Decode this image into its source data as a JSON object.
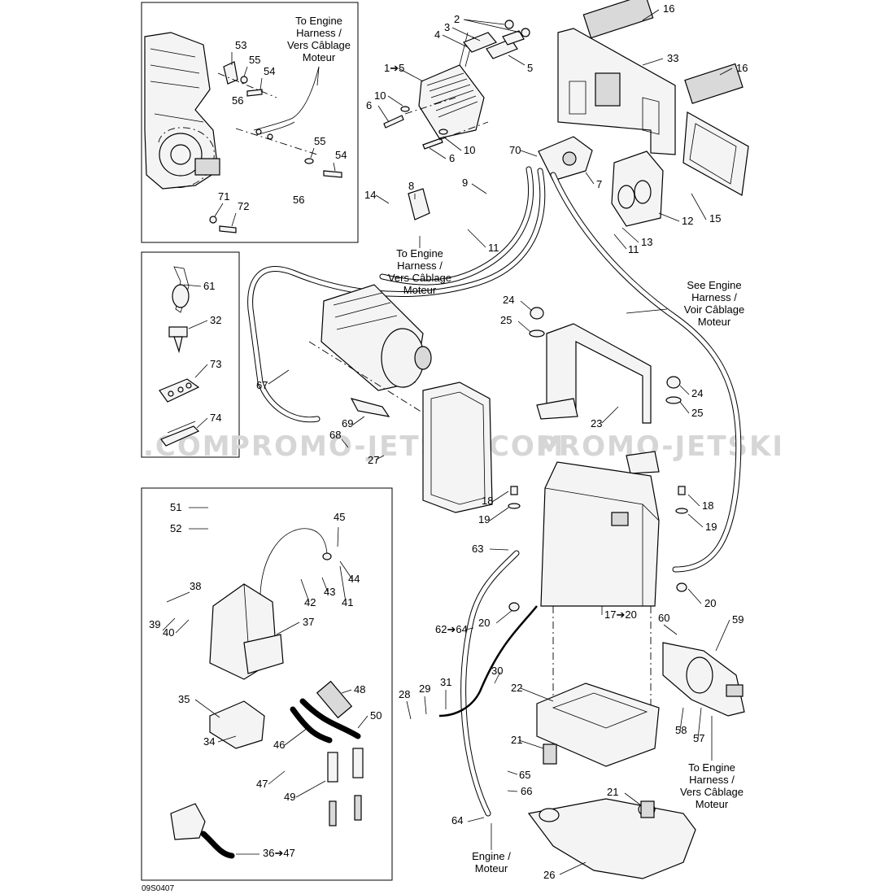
{
  "watermark": {
    "left": ".COM",
    "center": "PROMO-JETSKI.COM",
    "right": "PROMO-JETSKI"
  },
  "drawing_code": "09S0407",
  "notes": {
    "engine_harness_top_line1": "To Engine",
    "engine_harness_top_line2": "Harness /",
    "engine_harness_top_line3": "Vers Câblage",
    "engine_harness_top_line4": "Moteur",
    "engine_harness_mid_line1": "To Engine",
    "engine_harness_mid_line2": "Harness /",
    "engine_harness_mid_line3": "Vers Câblage",
    "engine_harness_mid_line4": "Moteur",
    "see_harness_line1": "See Engine",
    "see_harness_line2": "Harness /",
    "see_harness_line3": "Voir Câblage",
    "see_harness_line4": "Moteur",
    "engine_harness_bottom_line1": "To Engine",
    "engine_harness_bottom_line2": "Harness /",
    "engine_harness_bottom_line3": "Vers Câblage",
    "engine_harness_bottom_line4": "Moteur",
    "engine_line1": "Engine /",
    "engine_line2": "Moteur"
  },
  "callouts": [
    "16",
    "33",
    "16",
    "2",
    "3",
    "4",
    "5",
    "1➔5",
    "10",
    "6",
    "10",
    "6",
    "70",
    "9",
    "8",
    "14",
    "7",
    "11",
    "12",
    "13",
    "11",
    "15",
    "53",
    "55",
    "54",
    "56",
    "55",
    "54",
    "56",
    "71",
    "72",
    "61",
    "32",
    "73",
    "74",
    "67",
    "68",
    "69",
    "27",
    "24",
    "25",
    "24",
    "25",
    "23",
    "18",
    "19",
    "18",
    "19",
    "63",
    "20",
    "20",
    "62➔64",
    "17➔20",
    "30",
    "28",
    "29",
    "31",
    "22",
    "21",
    "65",
    "66",
    "21",
    "64",
    "26",
    "60",
    "59",
    "58",
    "57",
    "51",
    "52",
    "45",
    "38",
    "39",
    "40",
    "42",
    "43",
    "41",
    "44",
    "37",
    "35",
    "34",
    "48",
    "50",
    "46",
    "47",
    "49",
    "36➔47"
  ]
}
